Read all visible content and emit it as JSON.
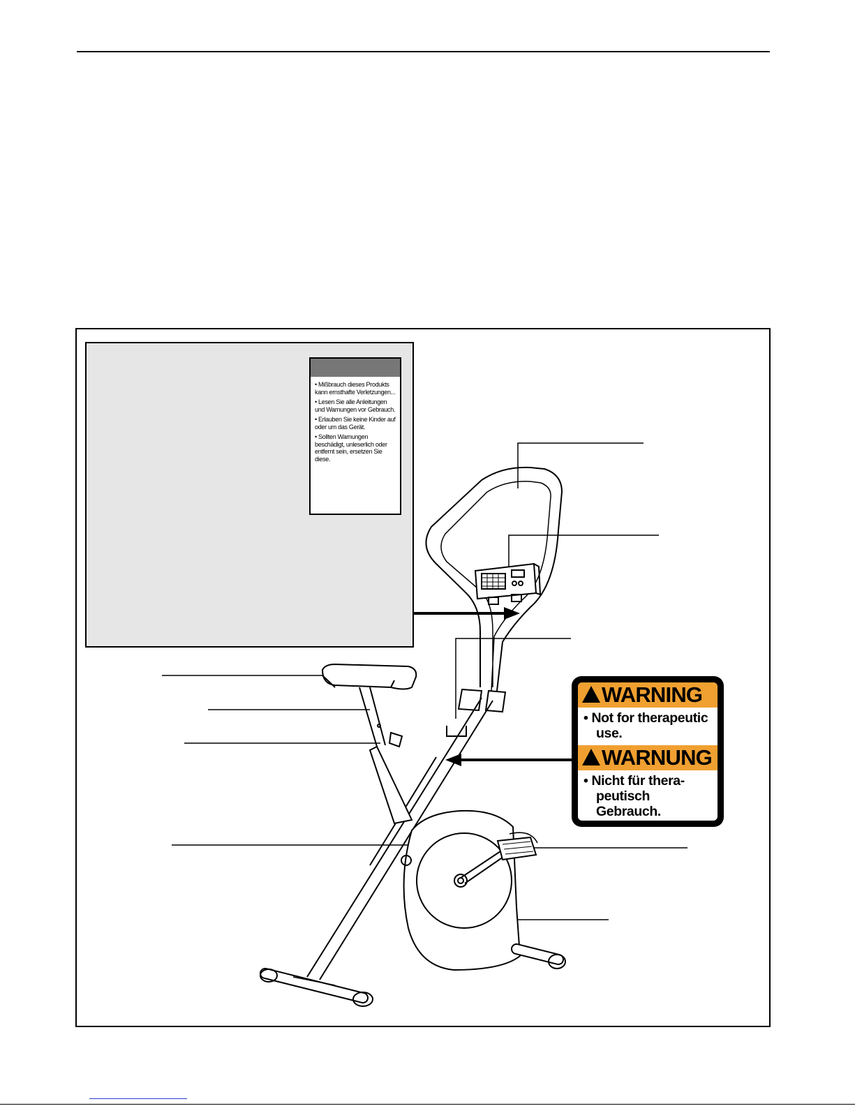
{
  "decal_thumbnail": {
    "lines": [
      "• Mißbrauch dieses Produkts kann ernsthafte Verletzungen...",
      "• Lesen Sie alle Anleitungen und Warnungen vor Gebrauch.",
      "• Erlauben Sie keine Kinder auf oder um das Gerät.",
      "• Sollten Warnungen beschädigt, unleserlich oder entfernt sein, ersetzen Sie diese."
    ]
  },
  "warning_label": {
    "heading_en": "WARNING",
    "bullet_en_1": "• Not for therapeutic",
    "bullet_en_2": "use.",
    "heading_de": "WARNUNG",
    "bullet_de_1": "• Nicht für thera-",
    "bullet_de_2": "peutisch Gebrauch.",
    "icon": "warning-triangle-icon",
    "colors": {
      "band": "#f0a030",
      "border": "#000000"
    }
  }
}
